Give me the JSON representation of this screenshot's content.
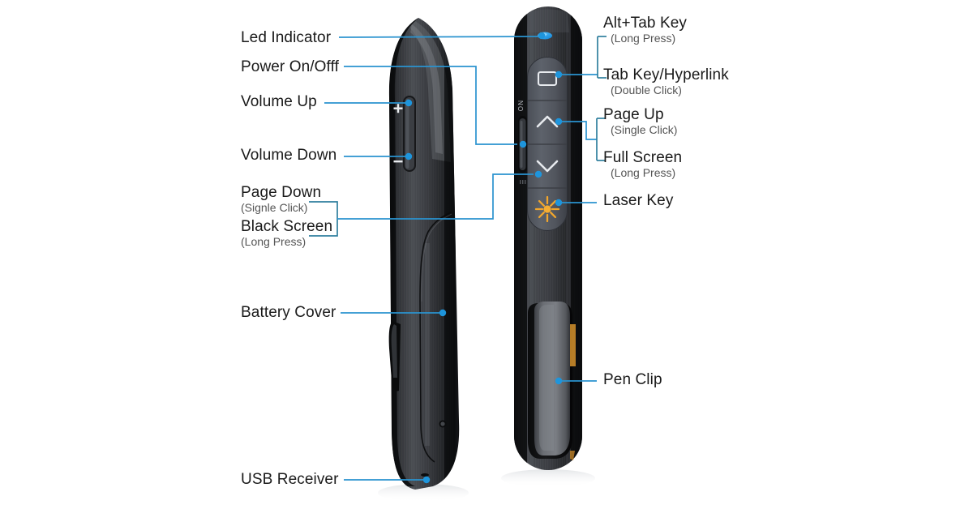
{
  "diagram": {
    "title": "Wireless Presenter Feature Callout Diagram",
    "accent_color": "#1e95dc",
    "leader_color": "#2a93cf",
    "bracket_color": "#2f7f9e",
    "text_color": "#1a1a1a",
    "subtext_color": "#555555",
    "background_color": "#ffffff",
    "body_color": "#2b2c2e",
    "button_color": "#5b6068",
    "laser_color": "#f0a32a",
    "clip_color": "#6e7075"
  },
  "labels_left": [
    {
      "id": "led-indicator",
      "main": "Led Indicator",
      "sub": ""
    },
    {
      "id": "power-on-off",
      "main": "Power On/Offf",
      "sub": ""
    },
    {
      "id": "volume-up",
      "main": "Volume Up",
      "sub": ""
    },
    {
      "id": "volume-down",
      "main": "Volume Down",
      "sub": ""
    },
    {
      "id": "page-down",
      "main": "Page Down",
      "sub": "(Signle Click)"
    },
    {
      "id": "black-screen",
      "main": "Black Screen",
      "sub": "(Long Press)"
    },
    {
      "id": "battery-cover",
      "main": "Battery Cover",
      "sub": ""
    },
    {
      "id": "usb-receiver",
      "main": "USB Receiver",
      "sub": ""
    }
  ],
  "labels_right": [
    {
      "id": "alt-tab-key",
      "main": "Alt+Tab Key",
      "sub": "(Long Press)"
    },
    {
      "id": "tab-key-hyperlink",
      "main": "Tab Key/Hyperlink",
      "sub": "(Double Click)"
    },
    {
      "id": "page-up",
      "main": "Page Up",
      "sub": "(Single Click)"
    },
    {
      "id": "full-screen",
      "main": "Full Screen",
      "sub": "(Long Press)"
    },
    {
      "id": "laser-key",
      "main": "Laser Key",
      "sub": ""
    },
    {
      "id": "pen-clip",
      "main": "Pen Clip",
      "sub": ""
    }
  ],
  "device_markings": {
    "volume_up_symbol": "+",
    "volume_down_symbol": "−",
    "power_switch_text": "ON"
  },
  "button_icons": [
    {
      "id": "screen-button",
      "icon": "rectangle-screen-icon"
    },
    {
      "id": "page-up-button",
      "icon": "chevron-up-icon"
    },
    {
      "id": "page-down-button",
      "icon": "chevron-down-icon"
    },
    {
      "id": "laser-button",
      "icon": "laser-sunburst-icon"
    }
  ]
}
